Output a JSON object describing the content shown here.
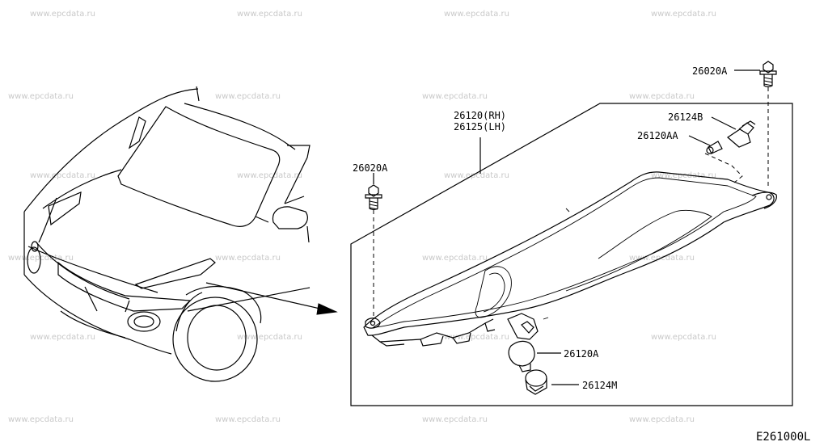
{
  "watermark": "www.epcdata.ru",
  "diagram_code": "E261000L",
  "parts": {
    "assembly_rh": "26120(RH)",
    "assembly_lh": "26125(LH)",
    "bolt_top": "26020A",
    "bolt_left": "26020A",
    "socket_top": "26124B",
    "bulb_small": "26120AA",
    "bulb_turn": "26120A",
    "socket_bottom": "26124M"
  }
}
